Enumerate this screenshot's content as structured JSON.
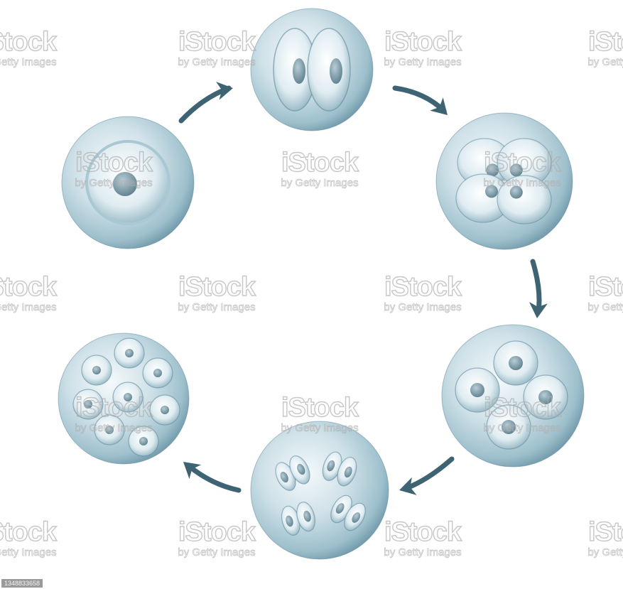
{
  "diagram": {
    "stages": [
      {
        "id": "zygote",
        "cells": 1
      },
      {
        "id": "two-cell",
        "cells": 2
      },
      {
        "id": "four-cell",
        "cells": 4
      },
      {
        "id": "four-cell-rounded",
        "cells": 4
      },
      {
        "id": "dividing-pairs",
        "cells": 8
      },
      {
        "id": "eight-cell",
        "cells": 8
      }
    ],
    "flow": "clockwise",
    "colors": {
      "cell_light": "#e6f1f5",
      "cell_mid": "#a9c8d4",
      "cell_dark": "#5f8a9c",
      "nucleus": "#7b9aa7",
      "arrow": "#3e6373"
    }
  },
  "watermark": {
    "brand": "iStock",
    "byline": "by Getty Images"
  },
  "image_id": "1348833658"
}
